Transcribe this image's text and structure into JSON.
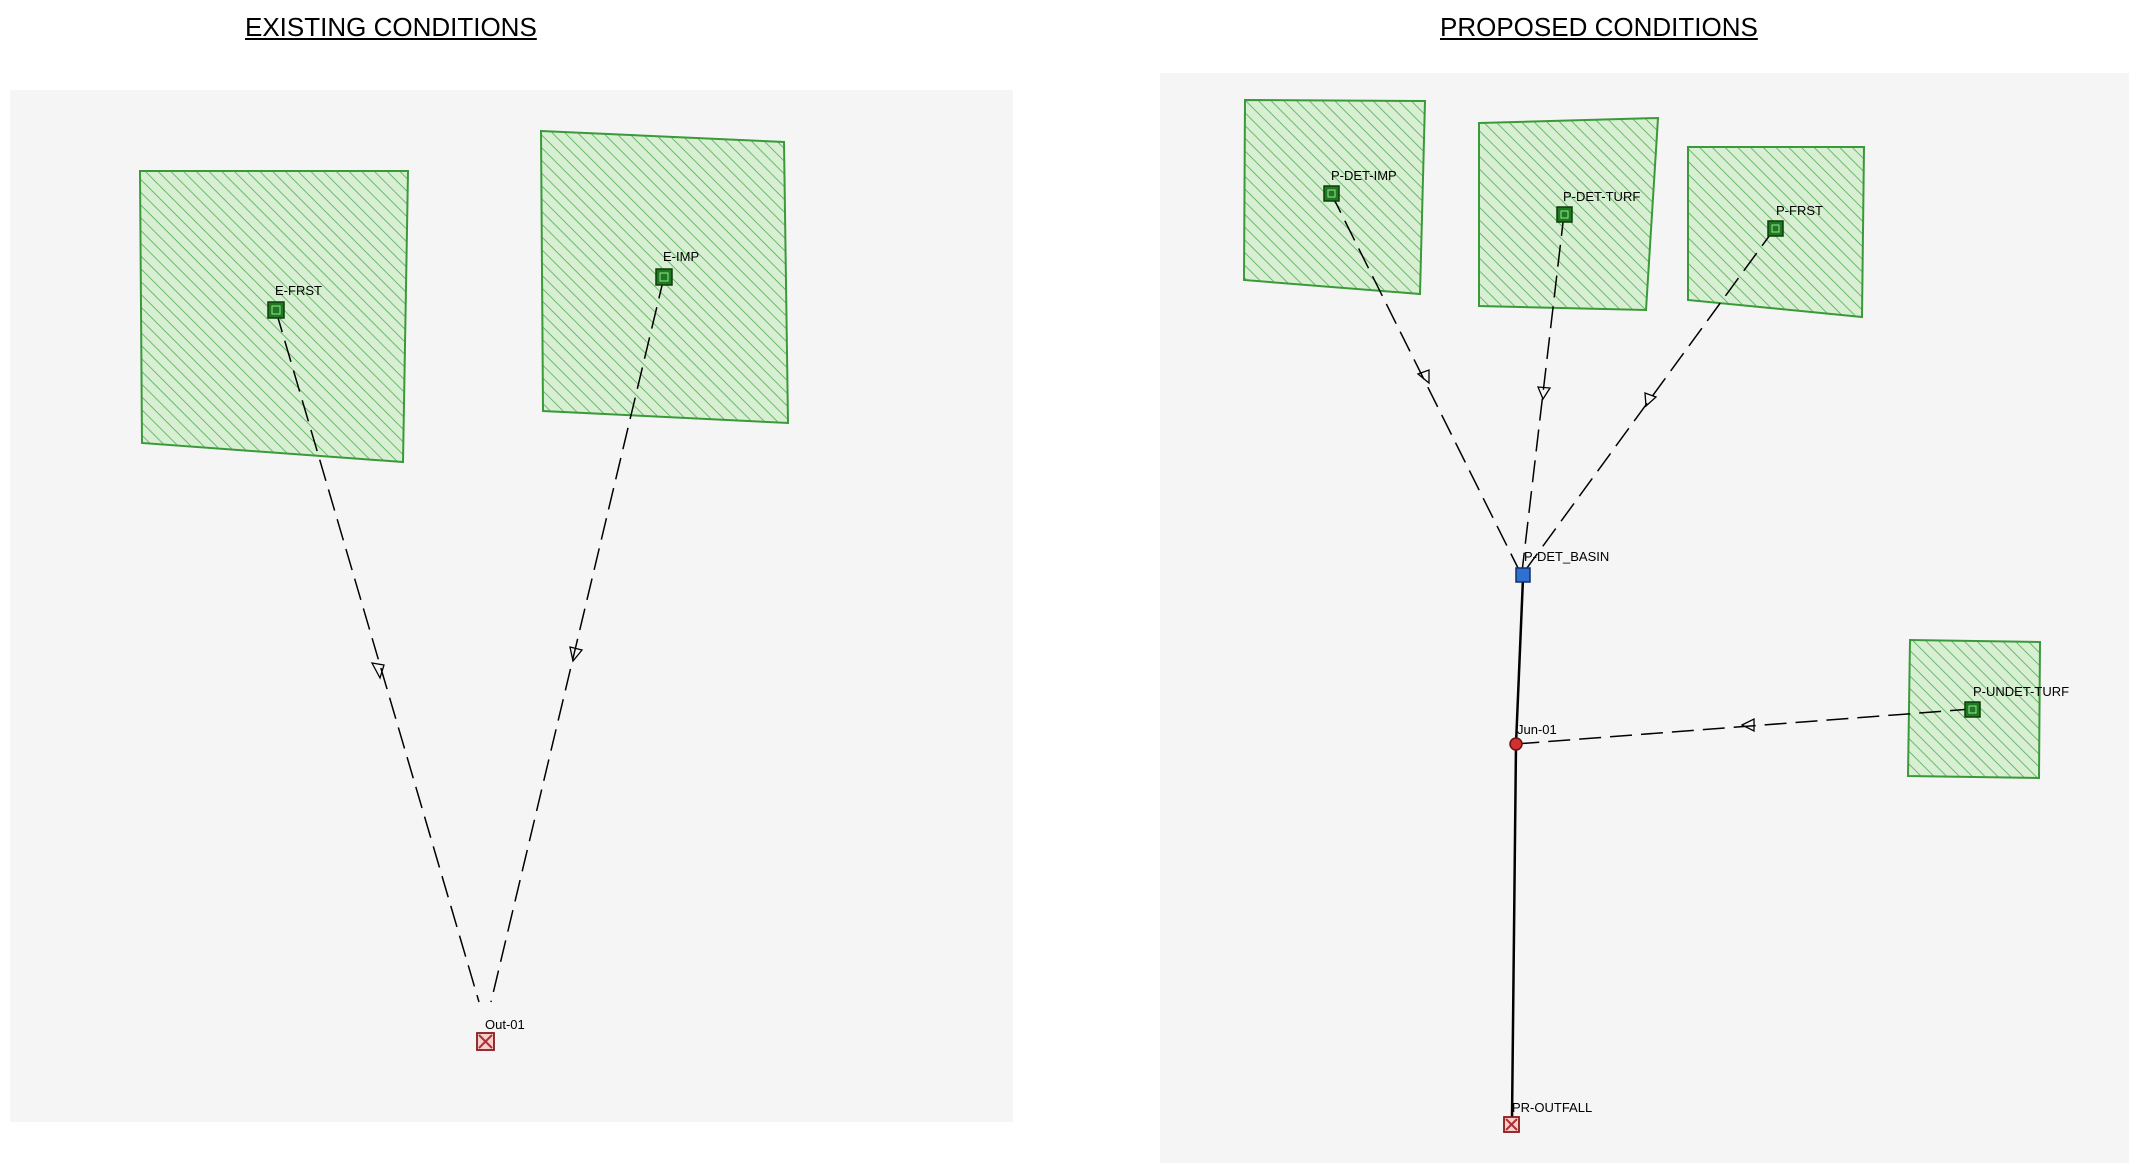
{
  "titles": {
    "left": "EXISTING CONDITIONS",
    "right": "PROPOSED CONDITIONS"
  },
  "colors": {
    "subcatchment_fill": "#d6ecd0",
    "subcatchment_hatch": "#4caf50",
    "subcatchment_border": "#3a9a3a",
    "node_subcatchment": "#1e7a1e",
    "node_storage": "#3070d0",
    "node_junction": "#d03030",
    "node_outfall": "#b03030",
    "link": "#000000"
  },
  "existing": {
    "subcatchments": [
      {
        "id": "e-frst",
        "label": "E-FRST"
      },
      {
        "id": "e-imp",
        "label": "E-IMP"
      }
    ],
    "outfall": {
      "label": "Out-01"
    }
  },
  "proposed": {
    "subcatchments": [
      {
        "id": "p-det-imp",
        "label": "P-DET-IMP"
      },
      {
        "id": "p-det-turf",
        "label": "P-DET-TURF"
      },
      {
        "id": "p-frst",
        "label": "P-FRST"
      },
      {
        "id": "p-undet-turf",
        "label": "P-UNDET-TURF"
      }
    ],
    "storage": {
      "label": "P-DET_BASIN"
    },
    "junction": {
      "label": "Jun-01"
    },
    "outfall": {
      "label": "PR-OUTFALL"
    }
  }
}
